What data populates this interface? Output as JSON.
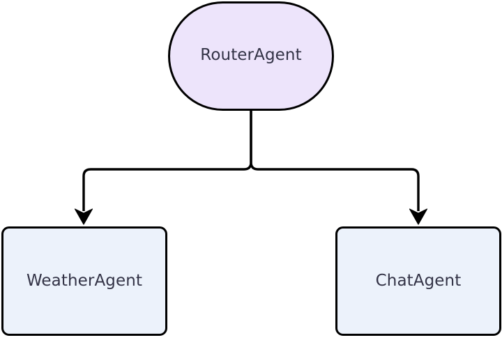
{
  "diagram": {
    "type": "flowchart",
    "orientation": "top-down",
    "background_color": "#ffffff",
    "nodes": [
      {
        "id": "router",
        "label": "RouterAgent",
        "shape": "stadium",
        "fill_color": "#EDE4FB",
        "stroke_color": "#000000",
        "text_color": "#333346"
      },
      {
        "id": "weather",
        "label": "WeatherAgent",
        "shape": "rounded-rect",
        "fill_color": "#ECF2FB",
        "stroke_color": "#000000",
        "text_color": "#333346"
      },
      {
        "id": "chat",
        "label": "ChatAgent",
        "shape": "rounded-rect",
        "fill_color": "#ECF2FB",
        "stroke_color": "#000000",
        "text_color": "#333346"
      }
    ],
    "edges": [
      {
        "id": "router-to-weather",
        "from": "router",
        "to": "weather",
        "arrowhead": "end",
        "stroke_color": "#000000"
      },
      {
        "id": "router-to-chat",
        "from": "router",
        "to": "chat",
        "arrowhead": "end",
        "stroke_color": "#000000"
      }
    ]
  }
}
